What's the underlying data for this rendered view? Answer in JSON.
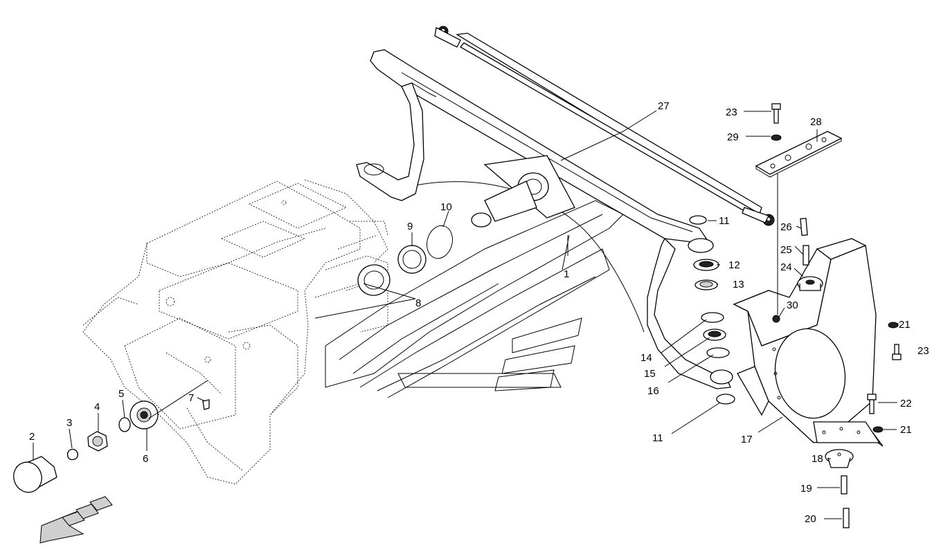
{
  "callouts": [
    {
      "id": "c1",
      "text": "1"
    },
    {
      "id": "c2",
      "text": "2"
    },
    {
      "id": "c3",
      "text": "3"
    },
    {
      "id": "c4",
      "text": "4"
    },
    {
      "id": "c5",
      "text": "5"
    },
    {
      "id": "c6",
      "text": "6"
    },
    {
      "id": "c7",
      "text": "7"
    },
    {
      "id": "c8",
      "text": "8"
    },
    {
      "id": "c9",
      "text": "9"
    },
    {
      "id": "c10",
      "text": "10"
    },
    {
      "id": "c11a",
      "text": "11"
    },
    {
      "id": "c11b",
      "text": "11"
    },
    {
      "id": "c12",
      "text": "12"
    },
    {
      "id": "c13",
      "text": "13"
    },
    {
      "id": "c14",
      "text": "14"
    },
    {
      "id": "c15",
      "text": "15"
    },
    {
      "id": "c16",
      "text": "16"
    },
    {
      "id": "c17",
      "text": "17"
    },
    {
      "id": "c18",
      "text": "18"
    },
    {
      "id": "c19",
      "text": "19"
    },
    {
      "id": "c20",
      "text": "20"
    },
    {
      "id": "c21a",
      "text": "21"
    },
    {
      "id": "c21b",
      "text": "21"
    },
    {
      "id": "c22",
      "text": "22"
    },
    {
      "id": "c23a",
      "text": "23"
    },
    {
      "id": "c23b",
      "text": "23"
    },
    {
      "id": "c24",
      "text": "24"
    },
    {
      "id": "c25",
      "text": "25"
    },
    {
      "id": "c26",
      "text": "26"
    },
    {
      "id": "c27",
      "text": "27"
    },
    {
      "id": "c28",
      "text": "28"
    },
    {
      "id": "c29",
      "text": "29"
    },
    {
      "id": "c30",
      "text": "30"
    }
  ],
  "colors": {
    "line": "#000000",
    "background": "#ffffff",
    "shade": "#cfcfcf"
  },
  "icons": {
    "direction": "front-direction-arrow-icon"
  }
}
